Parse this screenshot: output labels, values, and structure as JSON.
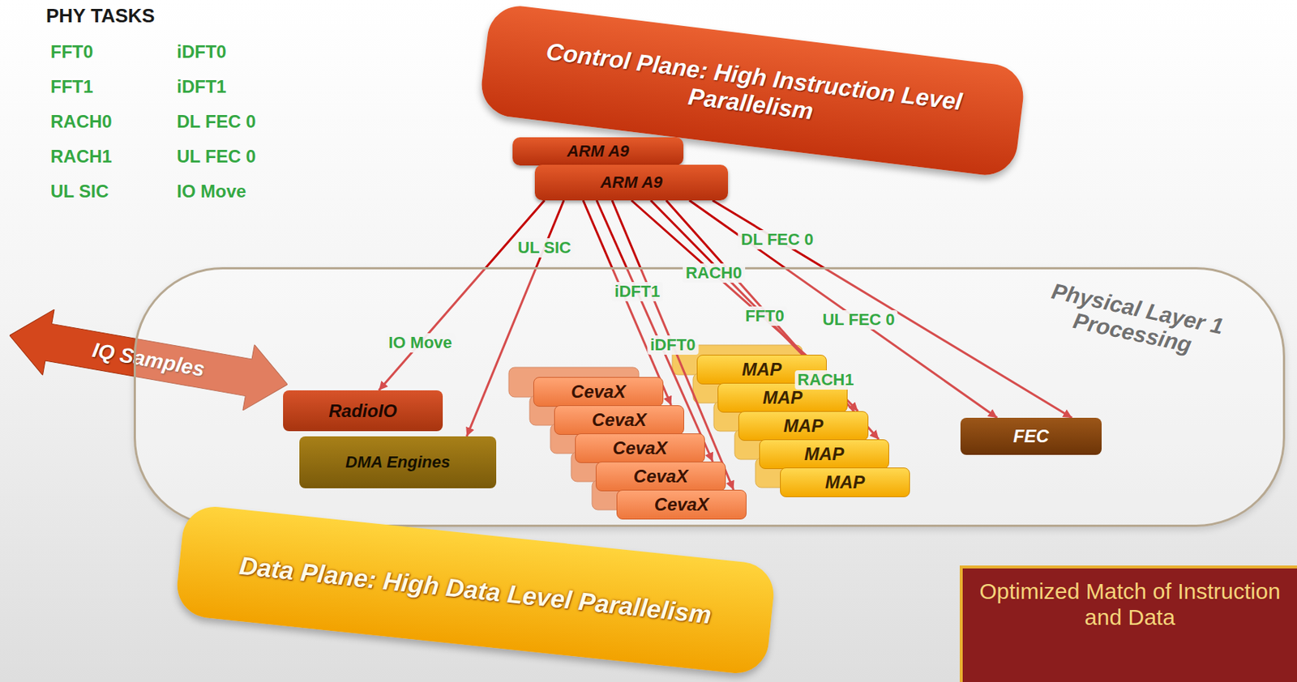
{
  "diagram": {
    "title": "PHY TASKS",
    "nodes": [
      {
        "text": [
          "Control Plane: High Instruction Level Parallelism"
        ]
      },
      {
        "text": [
          "ARM A9"
        ]
      },
      {
        "text": [
          "ARM A9"
        ]
      },
      {
        "text": [
          "IQ Samples"
        ]
      },
      {
        "text": [
          "Physical Layer 1 Processing"
        ]
      },
      {
        "text": [
          "RadioIO"
        ],
        "in": 4
      },
      {
        "text": [
          "DMA Engines"
        ],
        "in": 4
      },
      {
        "text": [
          "CevaX"
        ],
        "in": 4
      },
      {
        "text": [
          "CevaX"
        ],
        "in": 4
      },
      {
        "text": [
          "CevaX"
        ],
        "in": 4
      },
      {
        "text": [
          "CevaX"
        ],
        "in": 4
      },
      {
        "text": [
          "CevaX"
        ],
        "in": 4
      },
      {
        "text": [
          "MAP"
        ],
        "in": 4
      },
      {
        "text": [
          "MAP"
        ],
        "in": 4
      },
      {
        "text": [
          "MAP"
        ],
        "in": 4
      },
      {
        "text": [
          "MAP"
        ],
        "in": 4
      },
      {
        "text": [
          "MAP"
        ],
        "in": 4
      },
      {
        "text": [
          "FEC"
        ],
        "in": 4
      },
      {
        "text": [
          "Data Plane: High Data Level Parallelism"
        ]
      },
      {
        "text": [
          "Optimized Match of Instruction and Data"
        ]
      }
    ],
    "edges": [
      {
        "from": 2,
        "to": 5,
        "arrow": "to",
        "label": "IO Move"
      },
      {
        "from": 2,
        "to": 6,
        "arrow": "to",
        "label": "UL SIC"
      },
      {
        "from": 2,
        "to": 8,
        "arrow": "to"
      },
      {
        "from": 2,
        "to": 10,
        "arrow": "to",
        "label": "iDFT1"
      },
      {
        "from": 2,
        "to": 11,
        "arrow": "to",
        "label": "iDFT0"
      },
      {
        "from": 2,
        "to": 13,
        "arrow": "to",
        "label": "RACH0"
      },
      {
        "from": 2,
        "to": 14,
        "arrow": "to",
        "label": "FFT0"
      },
      {
        "from": 2,
        "to": 15,
        "arrow": "to",
        "label": "RACH1"
      },
      {
        "from": 2,
        "to": 17,
        "arrow": "to",
        "label": "UL FEC 0"
      },
      {
        "from": 2,
        "to": 17,
        "arrow": "to",
        "label": "DL FEC 0"
      }
    ],
    "labels": [
      "FFT0",
      "iDFT0",
      "FFT1",
      "iDFT1",
      "RACH0",
      "DL FEC 0",
      "RACH1",
      "UL FEC 0",
      "UL SIC",
      "IO Move"
    ]
  }
}
